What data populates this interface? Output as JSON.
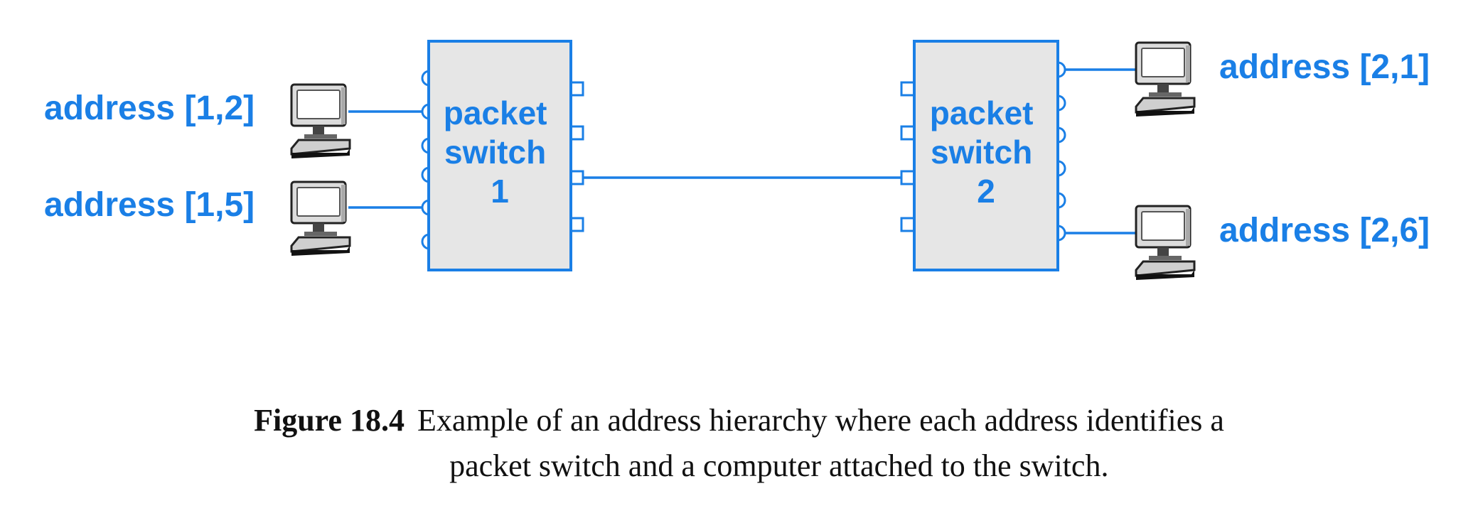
{
  "diagram": {
    "colors": {
      "accent": "#1a7fe6",
      "switch_fill": "#e6e6e6",
      "text": "#111111"
    },
    "switches": [
      {
        "id": "switch-1",
        "line1": "packet",
        "line2": "switch",
        "line3": "1"
      },
      {
        "id": "switch-2",
        "line1": "packet",
        "line2": "switch",
        "line3": "2"
      }
    ],
    "hosts": [
      {
        "id": "host-1-2",
        "label": "address [1,2]",
        "icon": "computer-icon"
      },
      {
        "id": "host-1-5",
        "label": "address [1,5]",
        "icon": "computer-icon"
      },
      {
        "id": "host-2-1",
        "label": "address [2,1]",
        "icon": "computer-icon"
      },
      {
        "id": "host-2-6",
        "label": "address [2,6]",
        "icon": "computer-icon"
      }
    ]
  },
  "caption": {
    "number": "Figure 18.4",
    "line1": "Example of an address hierarchy where each address identifies a",
    "line2": "packet switch and a computer attached to the switch."
  }
}
